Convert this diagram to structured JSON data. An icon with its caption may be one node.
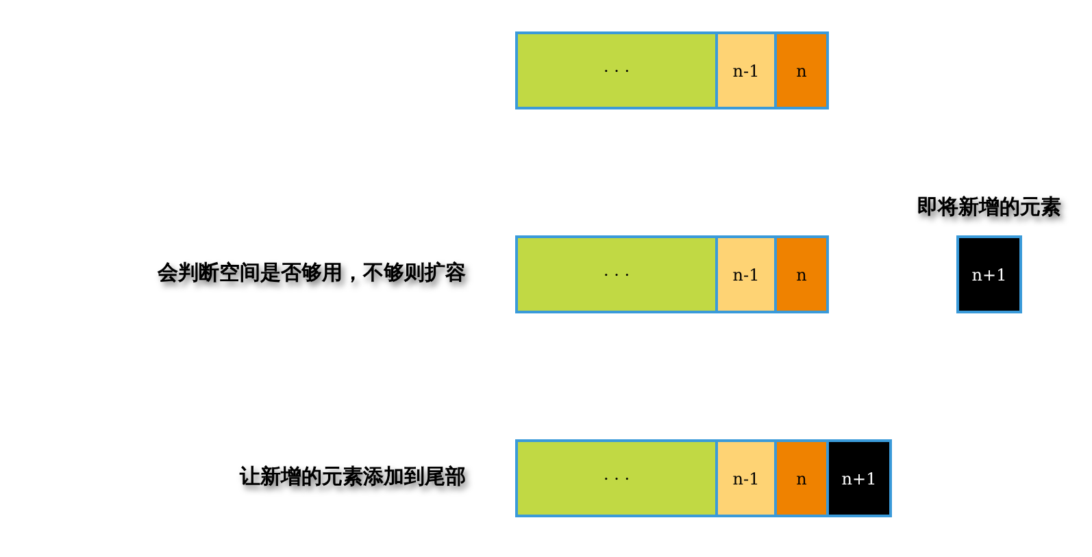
{
  "diagram": {
    "nodes": [
      {
        "text": [
          "· · ·"
        ]
      },
      {
        "text": [
          "n-1"
        ]
      },
      {
        "text": [
          "n"
        ]
      },
      {
        "text": [
          "· · ·"
        ]
      },
      {
        "text": [
          "n-1"
        ]
      },
      {
        "text": [
          "n"
        ]
      },
      {
        "text": [
          "n+1"
        ],
        "beside": [
          "即将新增的元素"
        ]
      },
      {
        "text": [
          "· · ·"
        ]
      },
      {
        "text": [
          "n-1"
        ]
      },
      {
        "text": [
          "n"
        ]
      },
      {
        "text": [
          "n+1"
        ]
      }
    ],
    "edges": [],
    "labels": [
      "会判断空间是否够用，不够则扩容",
      "让新增的元素添加到尾部"
    ]
  }
}
